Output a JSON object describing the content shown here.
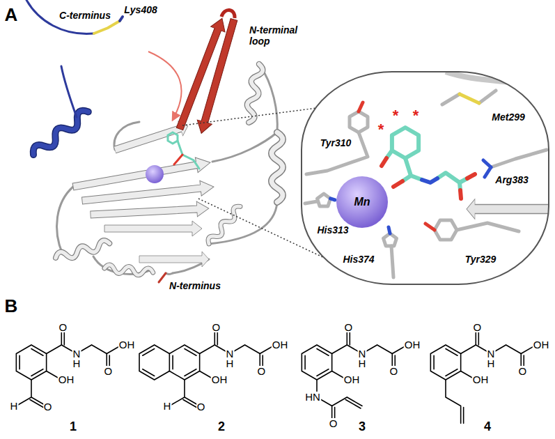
{
  "diagram": {
    "labels": [
      "A",
      "C-terminus",
      "Lys408",
      "N-terminal loop",
      "N-terminus",
      "*",
      "*",
      "*",
      "Tyr310",
      "Met299",
      "Mn",
      "Arg383",
      "His313",
      "Tyr329",
      "His374",
      "B",
      "O",
      "N",
      "H",
      "OH",
      "O",
      "OH",
      "H",
      "O",
      "O",
      "N",
      "H",
      "OH",
      "O",
      "OH",
      "H",
      "O",
      "O",
      "N",
      "H",
      "OH",
      "O",
      "OH",
      "HN",
      "O",
      "O",
      "N",
      "H",
      "OH",
      "O",
      "OH",
      "1",
      "2",
      "3",
      "4"
    ]
  }
}
